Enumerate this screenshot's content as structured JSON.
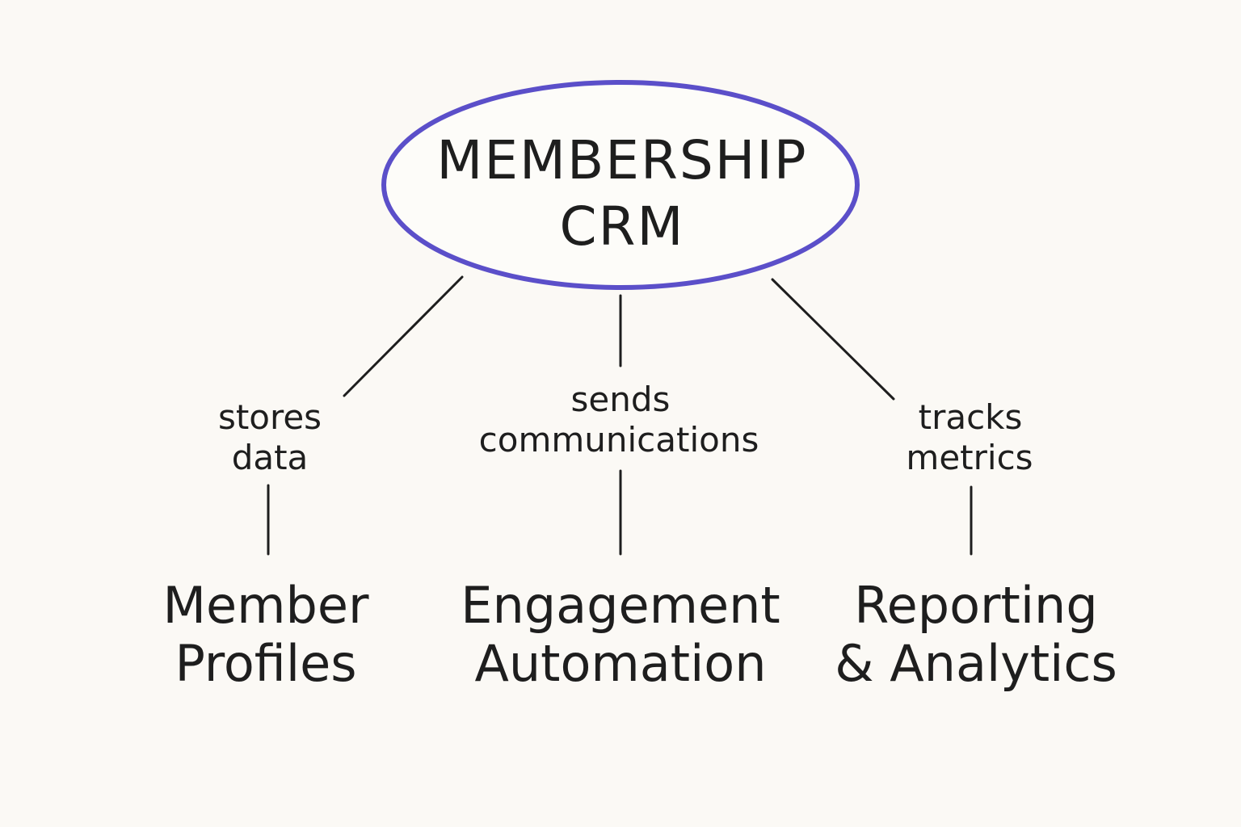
{
  "diagram": {
    "center_node": {
      "line1": "MEMBERSHIP",
      "line2": "CRM"
    },
    "branches": [
      {
        "edge_label": {
          "line1": "stores",
          "line2": "data"
        },
        "node": {
          "line1": "Member",
          "line2": "Profiles"
        }
      },
      {
        "edge_label": {
          "line1": "sends",
          "line2": "communications"
        },
        "node": {
          "line1": "Engagement",
          "line2": "Automation"
        }
      },
      {
        "edge_label": {
          "line1": "tracks",
          "line2": "metrics"
        },
        "node": {
          "line1": "Reporting",
          "line2": "& Analytics"
        }
      }
    ]
  },
  "colors": {
    "background": "#fbf9f5",
    "ellipse_stroke": "#5b4fc9",
    "ink": "#1e1e1e"
  }
}
